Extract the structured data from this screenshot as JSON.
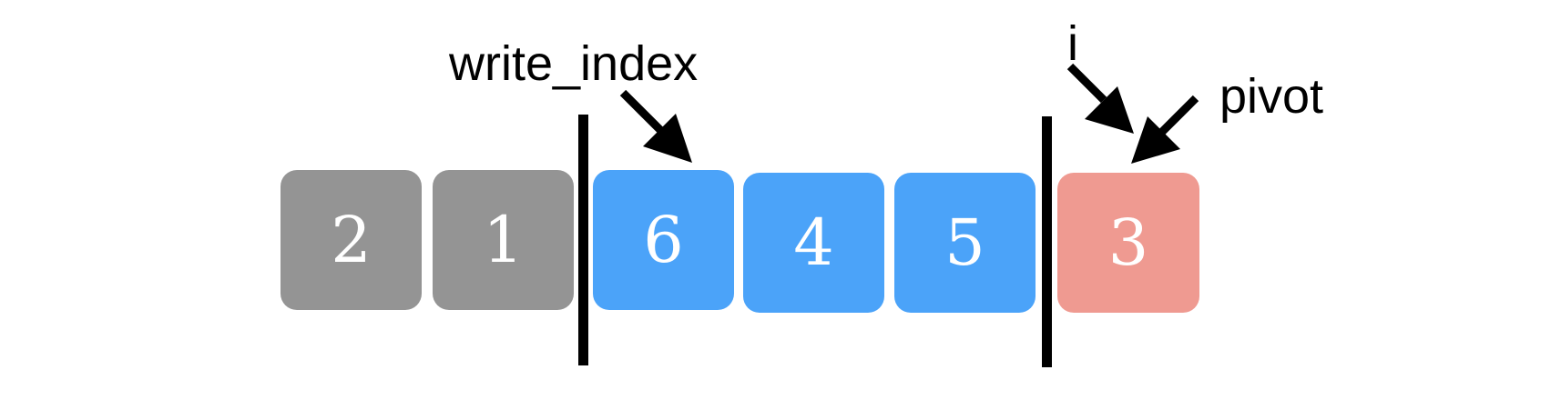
{
  "cells": [
    {
      "value": "2",
      "group": "done"
    },
    {
      "value": "1",
      "group": "done"
    },
    {
      "value": "6",
      "group": "unsorted"
    },
    {
      "value": "4",
      "group": "unsorted"
    },
    {
      "value": "5",
      "group": "unsorted"
    },
    {
      "value": "3",
      "group": "pivot"
    }
  ],
  "colors": {
    "done": "#949494",
    "unsorted": "#4ba3f9",
    "pivot": "#ef9a91",
    "divider": "#000000",
    "arrow": "#000000",
    "text": "#ffffff"
  },
  "labels": {
    "write_index": "write_index",
    "i": "i",
    "pivot": "pivot"
  }
}
